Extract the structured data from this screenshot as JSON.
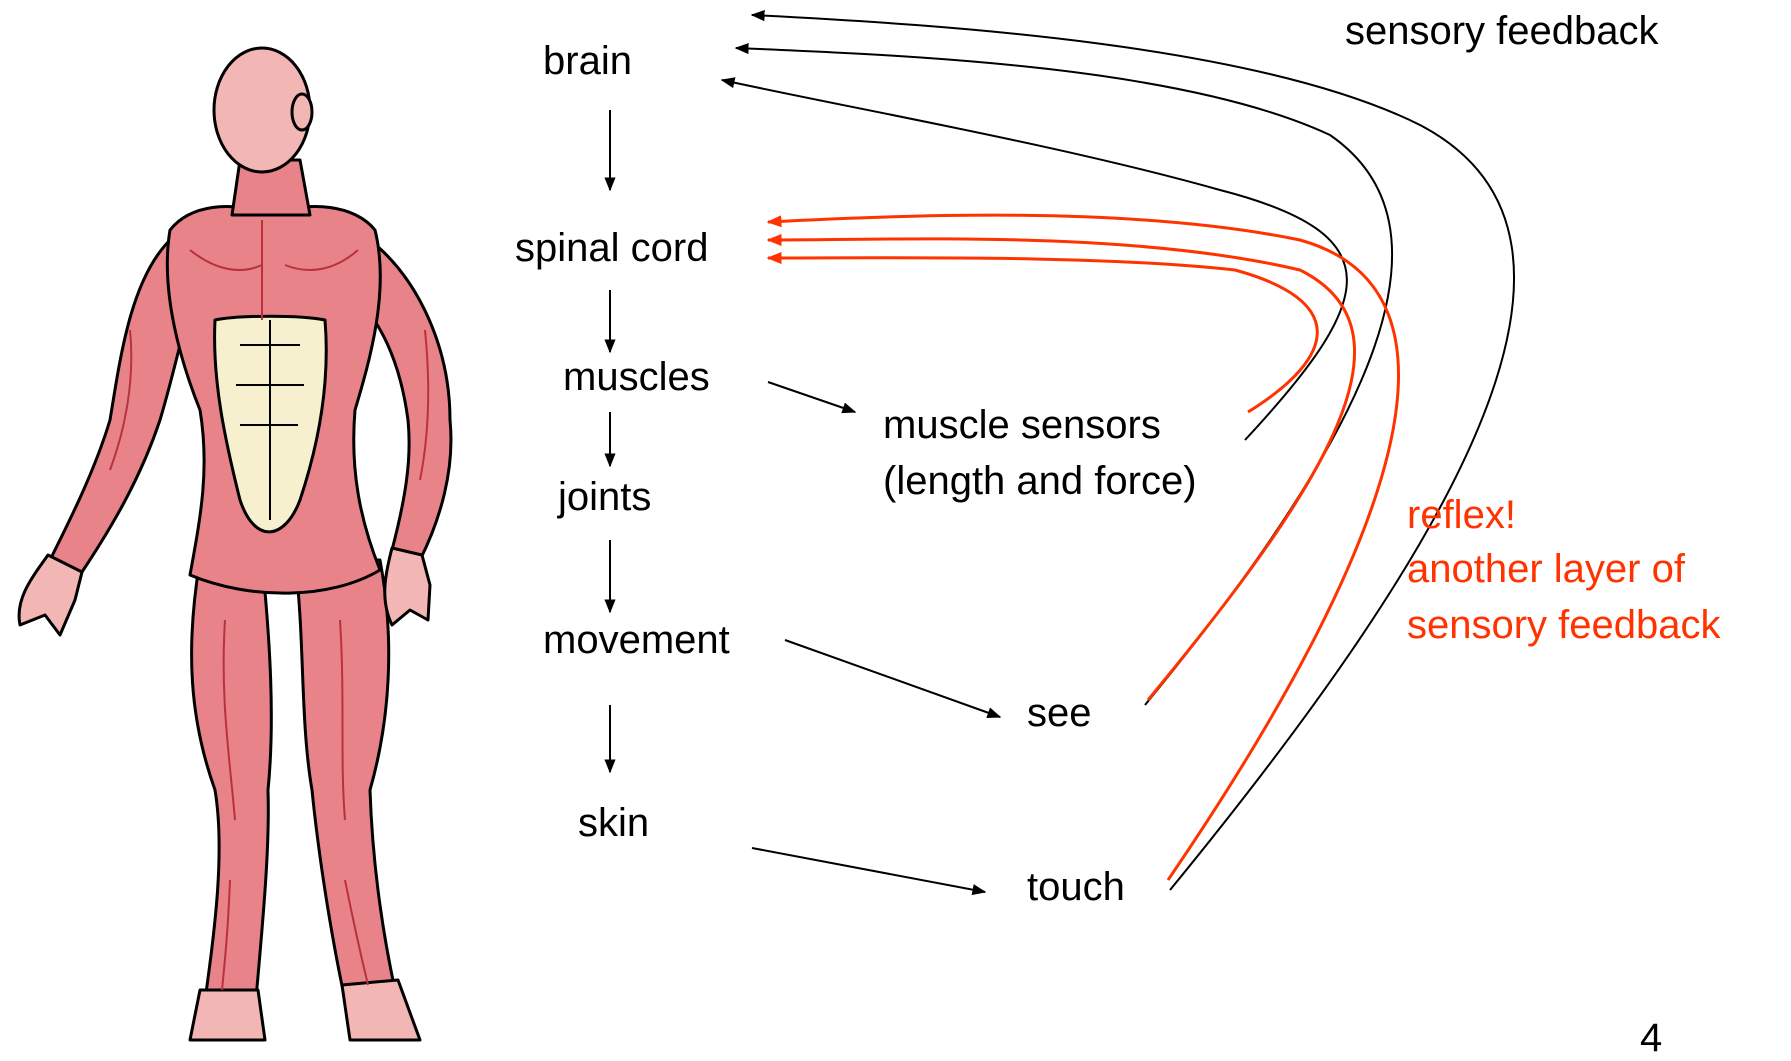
{
  "colors": {
    "text": "#000000",
    "reflex": "#ff3300",
    "muscle": "#e8838a",
    "muscle_dark": "#b8323d",
    "skin": "#f2b7b4",
    "tendon": "#f6f0cf",
    "outline": "#000000"
  },
  "chain": {
    "brain": "brain",
    "spinal_cord": "spinal cord",
    "muscles": "muscles",
    "joints": "joints",
    "movement": "movement",
    "skin": "skin"
  },
  "sensors": {
    "muscle_sensors_line1": "muscle sensors",
    "muscle_sensors_line2": "(length and force)",
    "see": "see",
    "touch": "touch"
  },
  "annotations": {
    "sensory_feedback": "sensory feedback",
    "reflex_line1": "reflex!",
    "reflex_line2": "another layer of",
    "reflex_line3": "sensory feedback"
  },
  "page_number": "4",
  "figure_icon": "human-muscle-anatomy-figure"
}
